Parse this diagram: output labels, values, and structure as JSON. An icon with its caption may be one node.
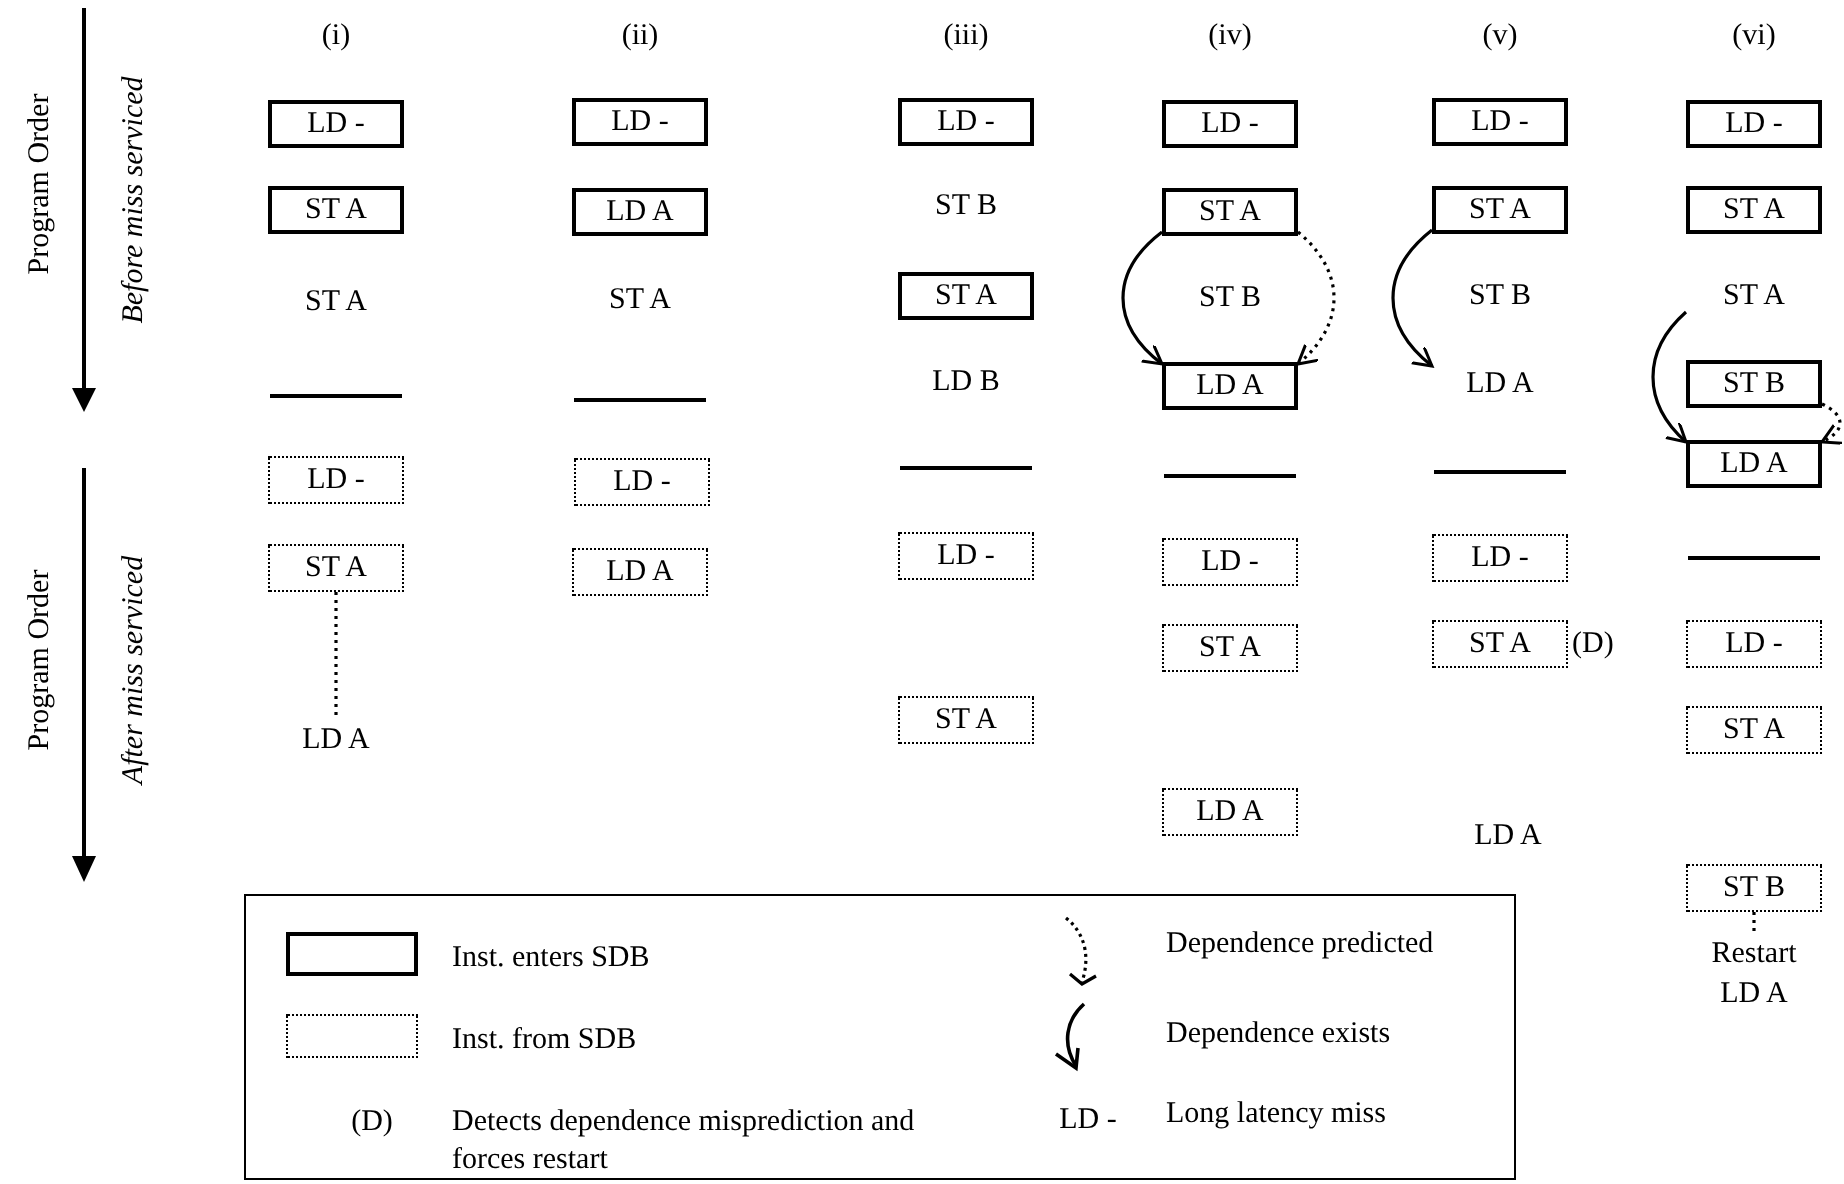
{
  "diagram": {
    "nodes": [
      {
        "text": [
          "LD -"
        ]
      },
      {
        "text": [
          "ST A"
        ]
      },
      {
        "text": [
          "ST A"
        ]
      },
      {
        "text": [
          "LD -"
        ]
      },
      {
        "text": [
          "ST A"
        ]
      },
      {
        "text": [
          "LD A"
        ]
      },
      {
        "text": [
          "LD -"
        ]
      },
      {
        "text": [
          "LD A"
        ]
      },
      {
        "text": [
          "ST A"
        ]
      },
      {
        "text": [
          "LD -"
        ]
      },
      {
        "text": [
          "LD A"
        ]
      },
      {
        "text": [
          "LD -"
        ]
      },
      {
        "text": [
          "ST B"
        ]
      },
      {
        "text": [
          "ST A"
        ]
      },
      {
        "text": [
          "LD B"
        ]
      },
      {
        "text": [
          "LD -"
        ]
      },
      {
        "text": [
          "ST A"
        ]
      },
      {
        "text": [
          "LD -"
        ]
      },
      {
        "text": [
          "ST A"
        ]
      },
      {
        "text": [
          "ST B"
        ]
      },
      {
        "text": [
          "LD A"
        ]
      },
      {
        "text": [
          "LD -"
        ]
      },
      {
        "text": [
          "ST A"
        ]
      },
      {
        "text": [
          "LD A"
        ]
      },
      {
        "text": [
          "LD -"
        ]
      },
      {
        "text": [
          "ST A"
        ]
      },
      {
        "text": [
          "ST B"
        ]
      },
      {
        "text": [
          "LD A"
        ]
      },
      {
        "text": [
          "LD -"
        ]
      },
      {
        "text": [
          "ST A"
        ],
        "beside": [
          "(D)"
        ]
      },
      {
        "text": [
          "LD A"
        ]
      },
      {
        "text": [
          "LD -"
        ]
      },
      {
        "text": [
          "ST A"
        ]
      },
      {
        "text": [
          "ST A"
        ]
      },
      {
        "text": [
          "ST B"
        ]
      },
      {
        "text": [
          "LD A"
        ]
      },
      {
        "text": [
          "LD -"
        ]
      },
      {
        "text": [
          "ST A"
        ]
      },
      {
        "text": [
          "ST B"
        ]
      },
      {
        "text": [
          "Restart LD A"
        ]
      }
    ],
    "edges": [
      {
        "from": 4,
        "to": 5,
        "arrow": "none",
        "style": "dashed"
      },
      {
        "from": 18,
        "to": 20,
        "arrow": "to"
      },
      {
        "from": 18,
        "to": 20,
        "arrow": "to",
        "style": "dashed"
      },
      {
        "from": 25,
        "to": 27,
        "arrow": "to"
      },
      {
        "from": 33,
        "to": 35,
        "arrow": "to"
      },
      {
        "from": 34,
        "to": 35,
        "arrow": "to",
        "style": "dashed"
      },
      {
        "from": 38,
        "to": 39,
        "arrow": "none",
        "style": "dashed"
      }
    ],
    "labels": [
      "Program Order",
      "Before miss serviced",
      "(i)",
      "(ii)",
      "(iii)",
      "(iv)",
      "(v)",
      "(vi)",
      "Program Order",
      "After miss serviced",
      "(D)",
      "LD -"
    ],
    "legend": [
      {
        "text": "Inst. enters SDB"
      },
      {
        "text": "Inst. from SDB"
      },
      {
        "text": "Detects dependence misprediction and forces restart"
      },
      {
        "text": "Dependence predicted"
      },
      {
        "text": "Dependence exists"
      },
      {
        "text": "Long latency miss"
      }
    ]
  }
}
